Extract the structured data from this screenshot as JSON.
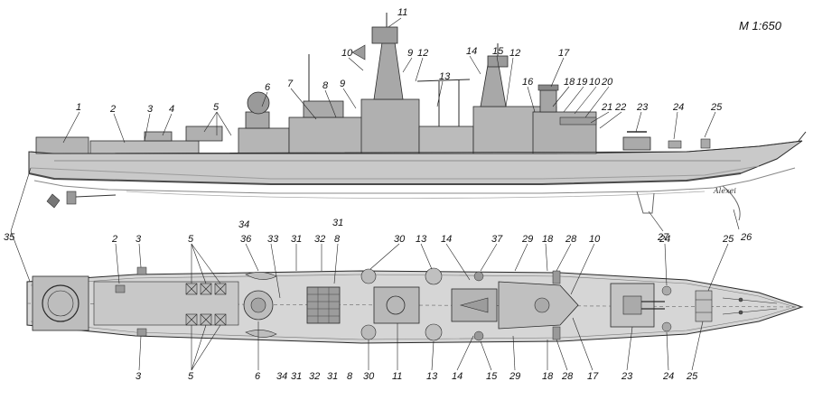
{
  "diagram": {
    "scale_label": "M 1:650",
    "signature": "Alexei",
    "colors": {
      "hull": "#c9c9c9",
      "hull_dark": "#9c9c9c",
      "superstructure": "#b5b5b5",
      "deck": "#d6d6d6",
      "line": "#2a2a2a",
      "waterline": "#4a4a4a"
    }
  },
  "labels": {
    "side_top": [
      {
        "id": "s1",
        "text": "1"
      },
      {
        "id": "s2",
        "text": "2"
      },
      {
        "id": "s3",
        "text": "3"
      },
      {
        "id": "s4",
        "text": "4"
      },
      {
        "id": "s5",
        "text": "5"
      },
      {
        "id": "s6",
        "text": "6"
      },
      {
        "id": "s7",
        "text": "7"
      },
      {
        "id": "s8",
        "text": "8"
      },
      {
        "id": "s9a",
        "text": "9"
      },
      {
        "id": "s9b",
        "text": "9"
      },
      {
        "id": "s10a",
        "text": "10"
      },
      {
        "id": "s10b",
        "text": "10"
      },
      {
        "id": "s11",
        "text": "11"
      },
      {
        "id": "s12a",
        "text": "12"
      },
      {
        "id": "s12b",
        "text": "12"
      },
      {
        "id": "s13",
        "text": "13"
      },
      {
        "id": "s14",
        "text": "14"
      },
      {
        "id": "s15",
        "text": "15"
      },
      {
        "id": "s16",
        "text": "16"
      },
      {
        "id": "s17",
        "text": "17"
      },
      {
        "id": "s18",
        "text": "18"
      },
      {
        "id": "s19",
        "text": "19"
      },
      {
        "id": "s20",
        "text": "20"
      },
      {
        "id": "s21",
        "text": "21"
      },
      {
        "id": "s22",
        "text": "22"
      },
      {
        "id": "s23",
        "text": "23"
      },
      {
        "id": "s24",
        "text": "24"
      },
      {
        "id": "s25",
        "text": "25"
      }
    ],
    "side_bottom": [
      {
        "id": "s26",
        "text": "26"
      },
      {
        "id": "s27",
        "text": "27"
      },
      {
        "id": "s35",
        "text": "35"
      }
    ],
    "plan_top": [
      {
        "id": "p2",
        "text": "2"
      },
      {
        "id": "p3t",
        "text": "3"
      },
      {
        "id": "p5t",
        "text": "5"
      },
      {
        "id": "p36",
        "text": "36"
      },
      {
        "id": "p33",
        "text": "33"
      },
      {
        "id": "p34t",
        "text": "34"
      },
      {
        "id": "p31a",
        "text": "31"
      },
      {
        "id": "p32t",
        "text": "32"
      },
      {
        "id": "p31b",
        "text": "31"
      },
      {
        "id": "p8t",
        "text": "8"
      },
      {
        "id": "p30t",
        "text": "30"
      },
      {
        "id": "p13t",
        "text": "13"
      },
      {
        "id": "p14t",
        "text": "14"
      },
      {
        "id": "p37",
        "text": "37"
      },
      {
        "id": "p29t",
        "text": "29"
      },
      {
        "id": "p18t",
        "text": "18"
      },
      {
        "id": "p28t",
        "text": "28"
      },
      {
        "id": "p10",
        "text": "10"
      },
      {
        "id": "p24t",
        "text": "24"
      },
      {
        "id": "p25t",
        "text": "25"
      }
    ],
    "plan_bottom": [
      {
        "id": "p3b",
        "text": "3"
      },
      {
        "id": "p5b",
        "text": "5"
      },
      {
        "id": "p6",
        "text": "6"
      },
      {
        "id": "p34b",
        "text": "34"
      },
      {
        "id": "p31c",
        "text": "31"
      },
      {
        "id": "p32b",
        "text": "32"
      },
      {
        "id": "p31d",
        "text": "31"
      },
      {
        "id": "p8b",
        "text": "8"
      },
      {
        "id": "p30b",
        "text": "30"
      },
      {
        "id": "p11",
        "text": "11"
      },
      {
        "id": "p13b",
        "text": "13"
      },
      {
        "id": "p14b",
        "text": "14"
      },
      {
        "id": "p15",
        "text": "15"
      },
      {
        "id": "p29b",
        "text": "29"
      },
      {
        "id": "p18b",
        "text": "18"
      },
      {
        "id": "p28b",
        "text": "28"
      },
      {
        "id": "p17",
        "text": "17"
      },
      {
        "id": "p23",
        "text": "23"
      },
      {
        "id": "p24b",
        "text": "24"
      },
      {
        "id": "p25b",
        "text": "25"
      }
    ]
  }
}
